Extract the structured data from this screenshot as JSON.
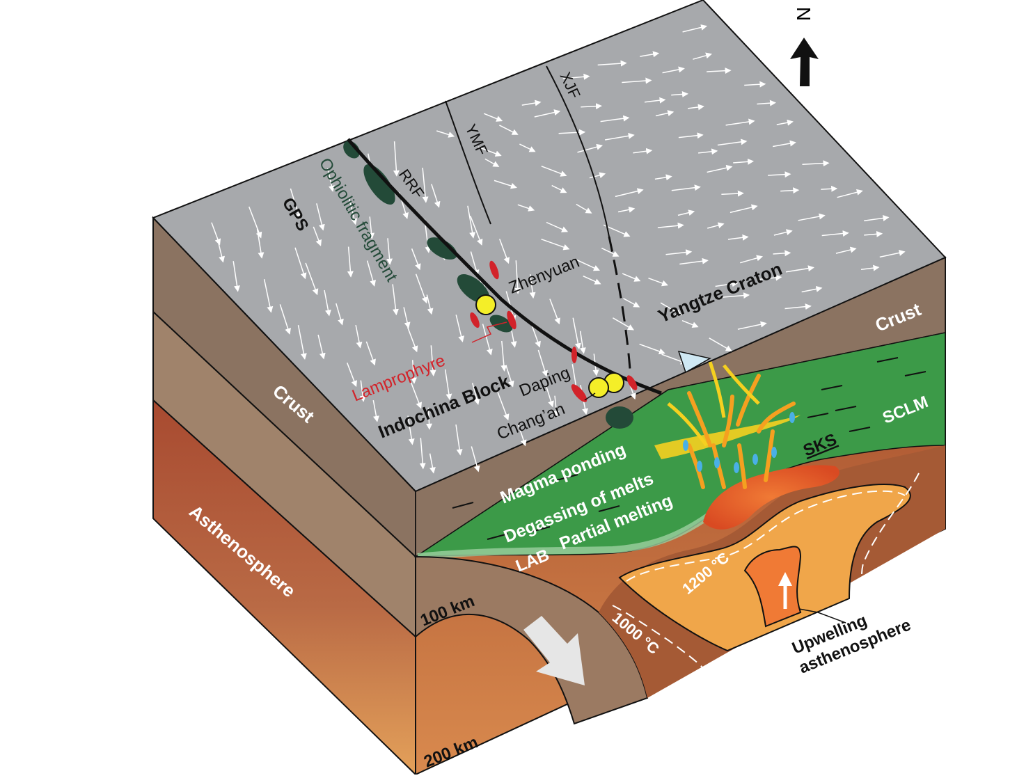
{
  "compass": {
    "label": "N"
  },
  "labels": {
    "gps": "GPS",
    "ophiolitic": "Ophiolitic fragment",
    "rrf": "RRF",
    "ymf": "YMF",
    "xjf": "XJF",
    "zhenyuan": "Zhenyuan",
    "yangtze": "Yangtze Craton",
    "lamprophyre": "Lamprophyre",
    "indochina": "Indochina Block",
    "daping": "Daping",
    "changan": "Chang’an",
    "crust_left": "Crust",
    "crust_right": "Crust",
    "asthenosphere": "Asthenosphere",
    "magma_ponding": "Magma ponding",
    "degassing": "Degassing of melts",
    "partial_melting": "Partial melting",
    "lab": "LAB",
    "sks": "SKS",
    "sclm": "SCLM",
    "depth_100": "100 km",
    "depth_200": "200 km",
    "iso_1200": "1200 °C",
    "iso_1000": "1000 °C",
    "upwelling_1": "Upwelling",
    "upwelling_2": "asthenosphere"
  },
  "colors": {
    "surface": "#a7a9ac",
    "crust": "#8b7361",
    "crust_light": "#a0836b",
    "sclm": "#3c9a48",
    "astheno_dark": "#a0472c",
    "astheno_light": "#e09a55",
    "plume": "#f0a64a",
    "hot_core": "#f07a35",
    "ophiolite": "#234a38",
    "lamprophyre": "#d2232a",
    "sample": "#f4ee28",
    "magma": "#f5d020"
  }
}
